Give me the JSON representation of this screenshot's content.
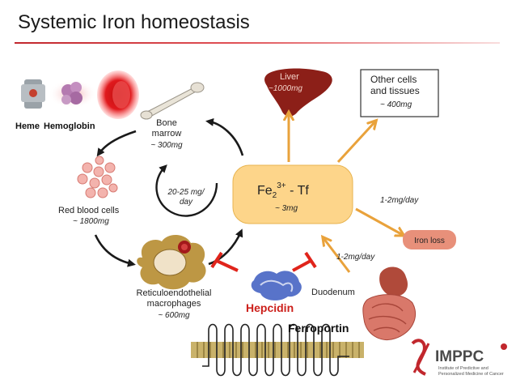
{
  "title": "Systemic Iron homeostasis",
  "labels": {
    "heme": "Heme",
    "hemoglobin": "Hemoglobin",
    "bone_marrow": "Bone\nmarrow",
    "bone_marrow_amount": "~ 300mg",
    "cycle_rate": "20-25 mg/\nday",
    "rbc": "Red blood cells",
    "rbc_amount": "~ 1800mg",
    "macrophages": "Reticuloendothelial\nmacrophages",
    "macrophages_amount": "~ 600mg",
    "liver": "Liver",
    "liver_amount": "~1000mg",
    "other_cells": "Other cells\nand tissues",
    "other_amount": "~ 400mg",
    "tf_main": "Fe",
    "tf_sub": "2",
    "tf_sup": "3+",
    "tf_rest": " - Tf",
    "tf_amount": "~ 3mg",
    "loss_rate": "1-2mg/day",
    "iron_loss": "Iron loss",
    "absorption_rate": "1-2mg/day",
    "duodenum": "Duodenum",
    "hepcidin": "Hepcidin",
    "ferroportin": "Ferroportin",
    "logo_name": "IMPPC",
    "logo_sub": "Institute of Predictive and\nPersonalized Medicine of Cancer"
  },
  "colors": {
    "title_rule": "#c1272d",
    "inhibit": "#e0241b",
    "arrow_dark": "#1a1a1a",
    "arrow_orange": "#e9a23b",
    "tf_fill": "#fdd58a",
    "iron_loss_fill": "#e8907a",
    "liver": "#8c1f18",
    "hepcidin_text": "#cc1f1a"
  }
}
